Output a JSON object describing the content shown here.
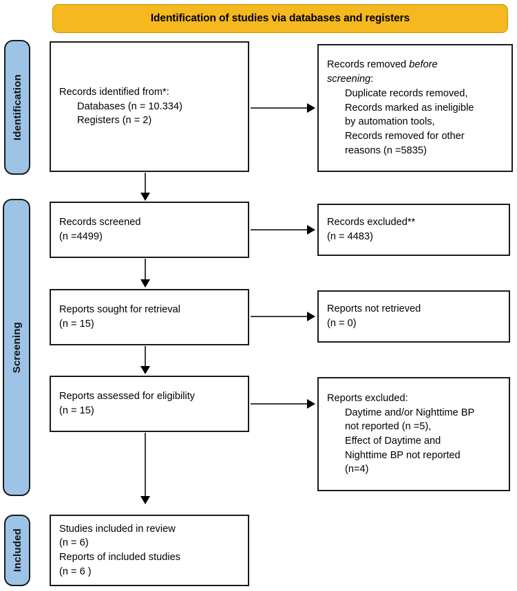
{
  "banner": {
    "title": "Identification of studies via databases and registers",
    "bg_color": "#F5B81E"
  },
  "stages": {
    "band_color": "#9DC3E6",
    "identification": "Identification",
    "screening": "Screening",
    "included": "Included"
  },
  "boxes": {
    "identified": {
      "line1": "Records identified from*:",
      "line2": "Databases (n = 10.334)",
      "line3": "Registers (n = 2)"
    },
    "removed": {
      "line1_a": "Records removed ",
      "line1_b": "before",
      "line2_a": "screening",
      "line2_b": ":",
      "line3": "Duplicate records removed,",
      "line4": "Records marked as ineligible",
      "line5": "by automation tools,",
      "line6": "Records removed for other",
      "line7": "reasons (n =5835)"
    },
    "screened": {
      "line1": "Records screened",
      "line2": "(n =4499)"
    },
    "excluded_records": {
      "line1": "Records excluded**",
      "line2": "(n = 4483)"
    },
    "sought": {
      "line1": "Reports sought for retrieval",
      "line2": "(n = 15)"
    },
    "not_retrieved": {
      "line1": "Reports not retrieved",
      "line2": "(n = 0)"
    },
    "assessed": {
      "line1": "Reports assessed for eligibility",
      "line2": "(n = 15)"
    },
    "excluded_reports": {
      "line1": "Reports excluded:",
      "line2": "Daytime and/or Nighttime BP",
      "line3": "not reported (n =5),",
      "line4": "Effect of Daytime and",
      "line5": "Nighttime BP not reported",
      "line6": "(n=4)"
    },
    "included": {
      "line1": "Studies included in review",
      "line2": "(n = 6)",
      "line3": "Reports of included studies",
      "line4": "(n = 6 )"
    }
  }
}
